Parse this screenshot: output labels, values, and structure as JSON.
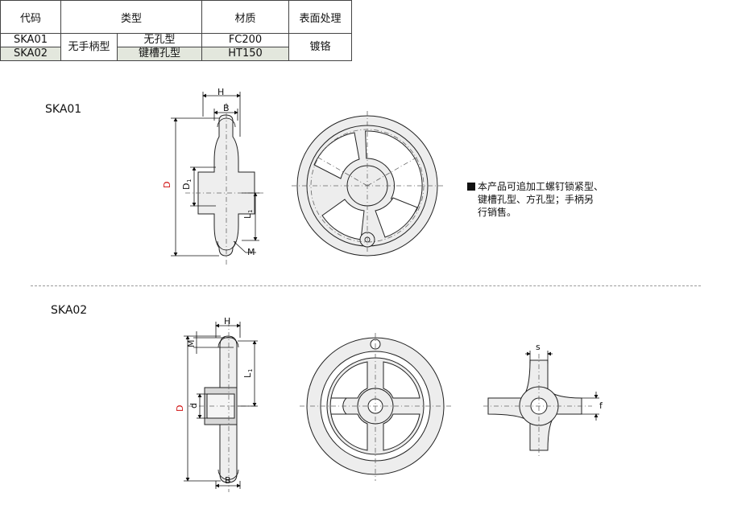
{
  "table": {
    "headers": [
      "代码",
      "类型",
      "材质",
      "表面处理"
    ],
    "rows": [
      {
        "code": "SKA01",
        "type_main": "无手柄型",
        "type_sub": "无孔型",
        "material": "FC200",
        "finish": "镀铬"
      },
      {
        "code": "SKA02",
        "type_sub": "键槽孔型",
        "material": "HT150"
      }
    ]
  },
  "section1": {
    "title": "SKA01",
    "dims": {
      "H": "H",
      "B": "B",
      "D": "D",
      "D1": "D",
      "D1_sub": "1",
      "L1": "L",
      "L1_sub": "1",
      "M": "M"
    }
  },
  "note": {
    "line1": "本产品可追加工螺钉锁紧型、",
    "line2": "键槽孔型、方孔型；手柄另",
    "line3": "行销售。"
  },
  "section2": {
    "title": "SKA02",
    "dims": {
      "H": "H",
      "M": "M",
      "L1": "L",
      "L1_sub": "1",
      "D": "D",
      "d": "d",
      "B": "B",
      "s": "s",
      "f": "f"
    }
  }
}
